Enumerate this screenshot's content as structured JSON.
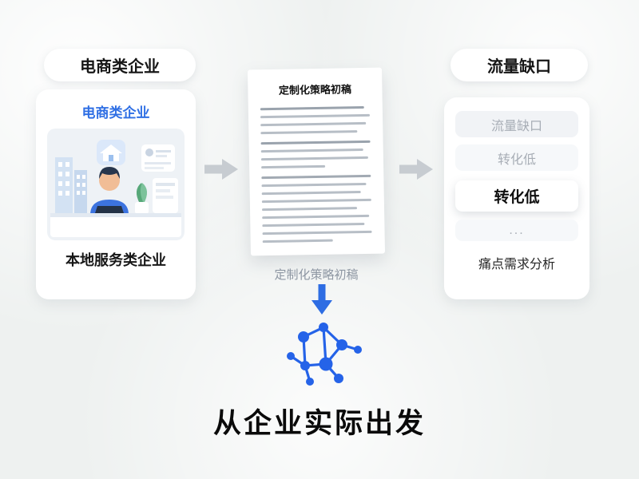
{
  "colors": {
    "accent_blue": "#2f6fe4",
    "node_blue": "#2563e8",
    "arrow_gray": "#c7ccd1",
    "background": "#eef1f0"
  },
  "left_flow": {
    "pill": "电商类企业",
    "card": {
      "title": "电商类企业",
      "caption": "本地服务类企业"
    }
  },
  "strategy_doc": {
    "title": "定制化策略初稿",
    "caption": "定制化策略初稿"
  },
  "pain_points": {
    "pill": "流量缺口",
    "items": [
      {
        "label": "流量缺口"
      },
      {
        "label": "转化低"
      },
      {
        "label": "转化低"
      },
      {
        "label": "..."
      }
    ],
    "caption": "痛点需求分析"
  },
  "headline": "从企业实际出发",
  "icons": {
    "arrow_right": "arrow-right-icon",
    "arrow_down": "arrow-down-icon",
    "network": "network-graph-icon",
    "illustration": "office-worker-illustration"
  }
}
